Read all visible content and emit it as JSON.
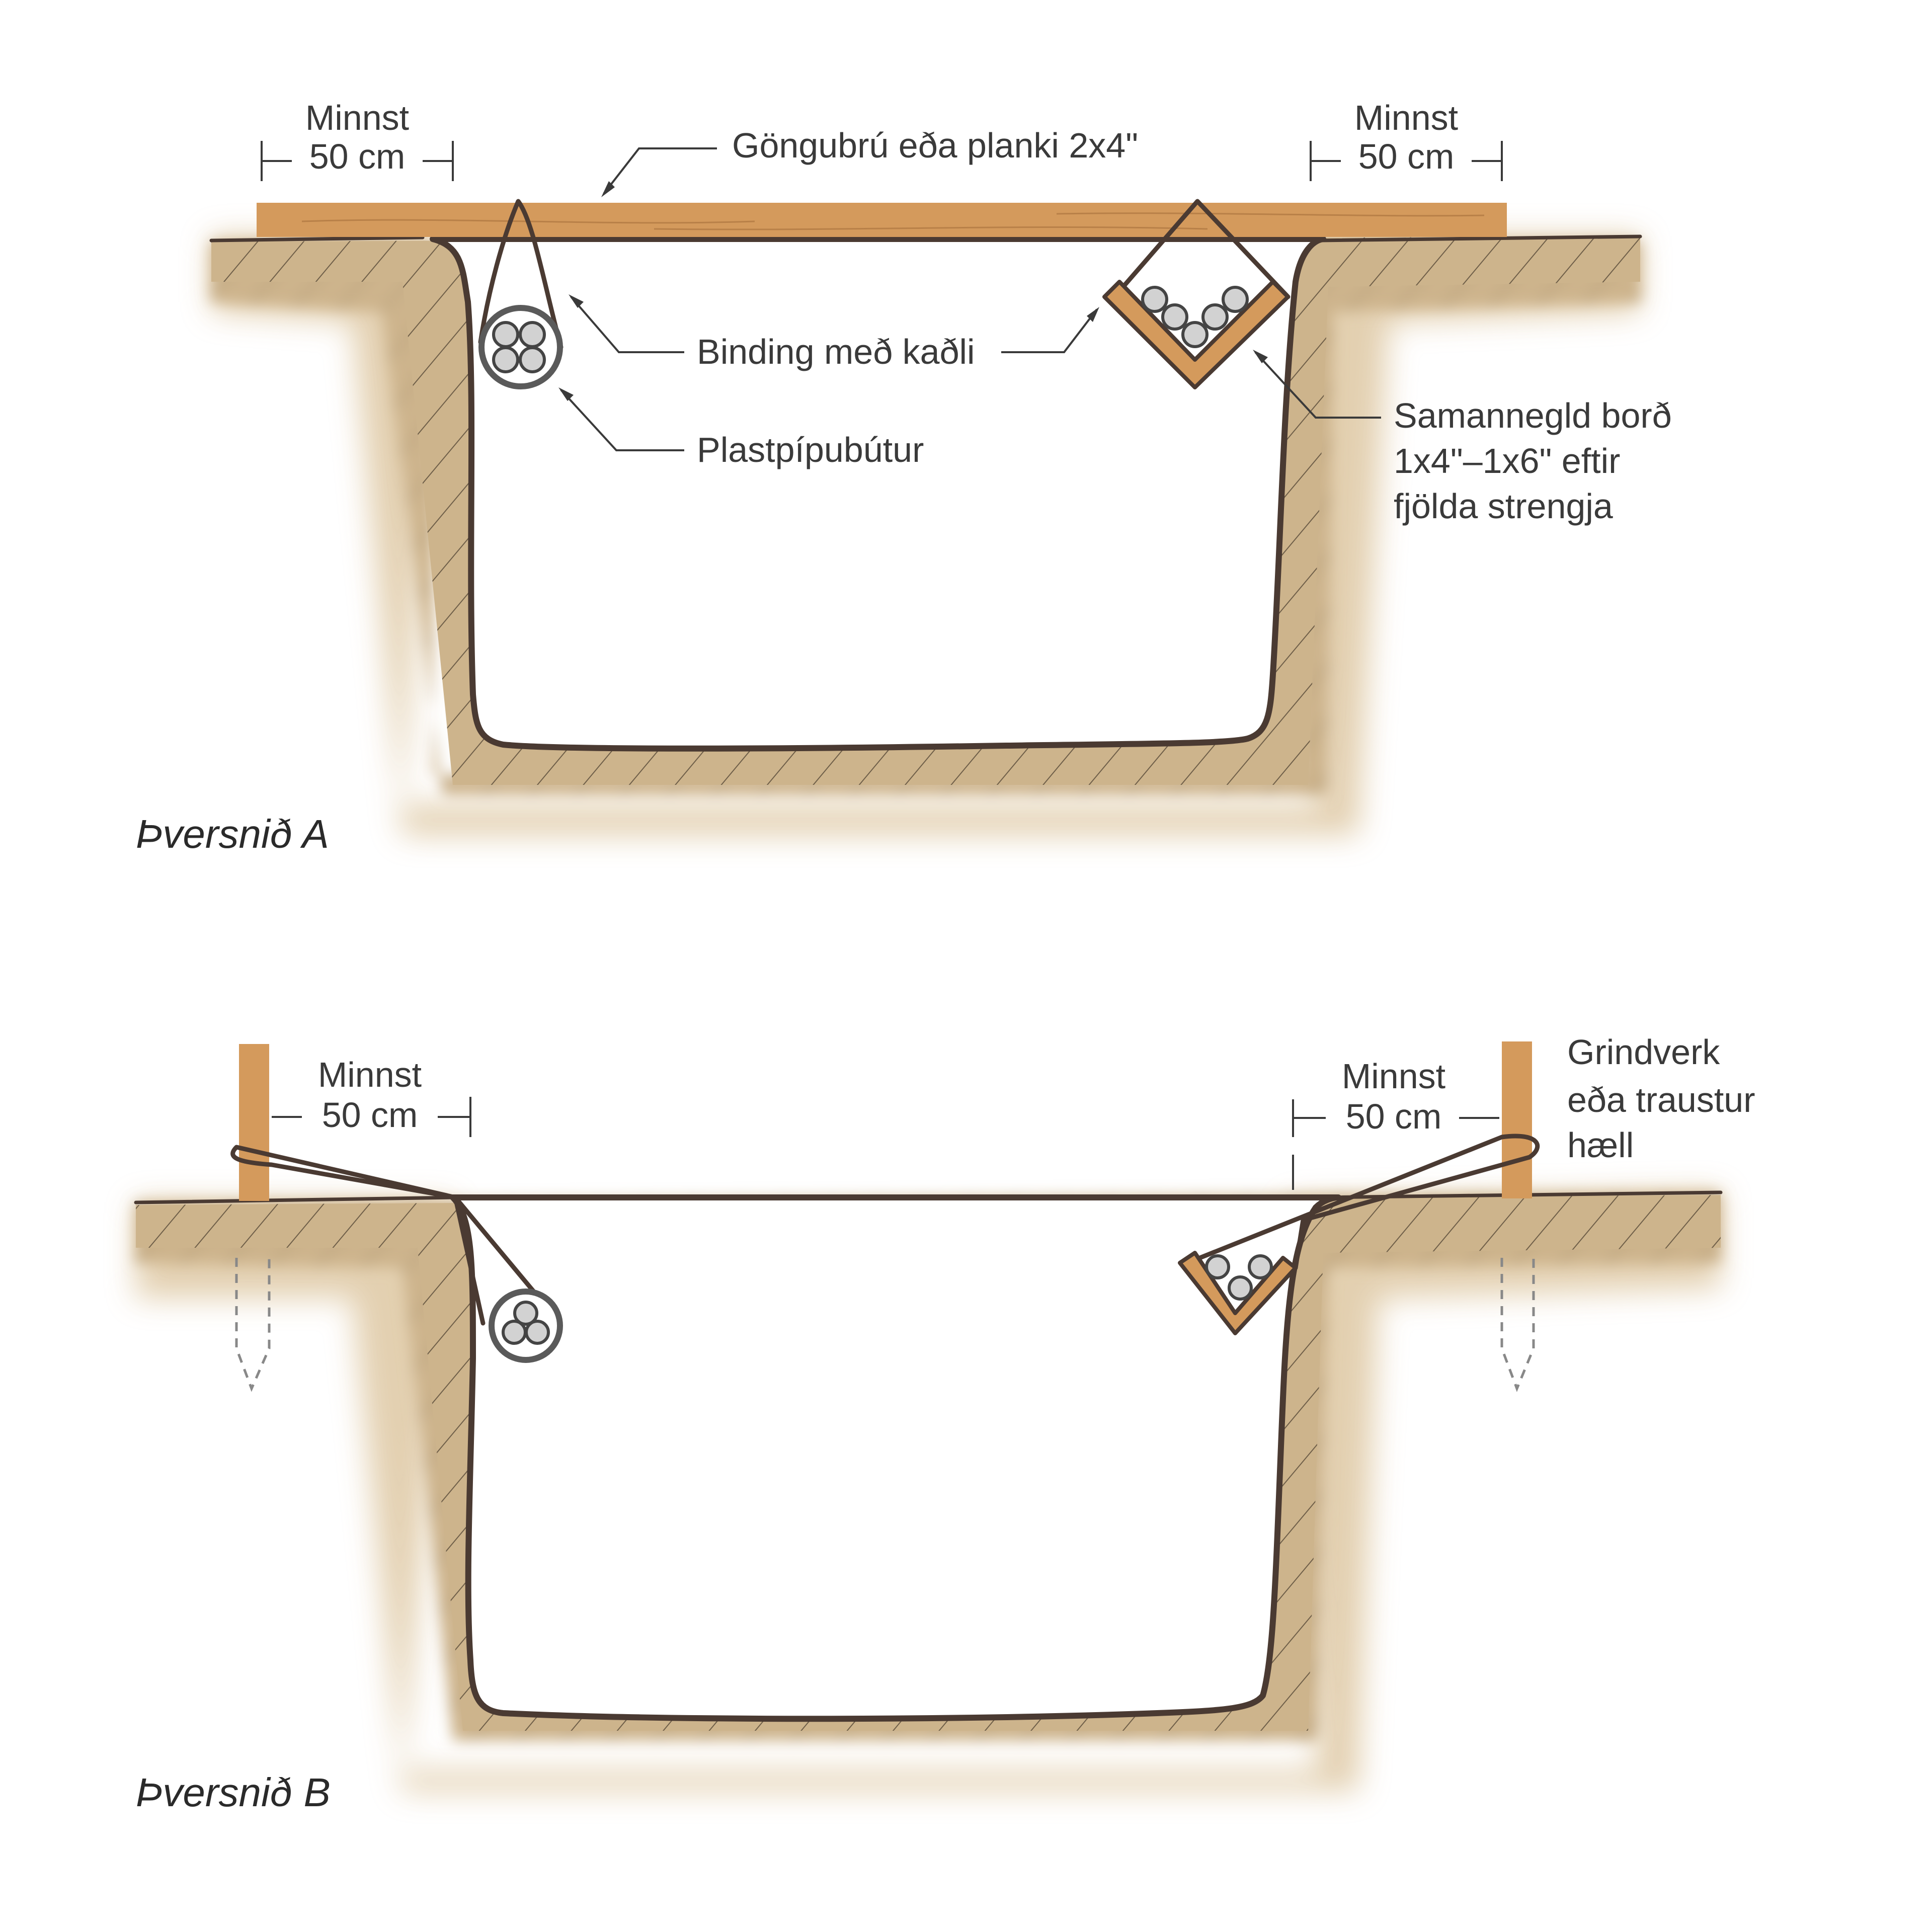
{
  "colors": {
    "soil": "#cdb48c",
    "wood": "#d49a5c",
    "outline": "#4a3a32",
    "text": "#3a3a3a"
  },
  "section_a": {
    "title": "Þversnið A",
    "left_dimension": {
      "line1": "Minnst",
      "line2": "50 cm"
    },
    "right_dimension": {
      "line1": "Minnst",
      "line2": "50 cm"
    },
    "plank_label": "Göngubrú eða planki 2x4\"",
    "rope_label": "Binding með kaðli",
    "pipe_label": "Plastpípubútur",
    "boards_label": {
      "line1": "Samannegld borð",
      "line2": "1x4\"–1x6\" eftir",
      "line3": "fjölda strengja"
    }
  },
  "section_b": {
    "title": "Þversnið B",
    "left_dimension": {
      "line1": "Minnst",
      "line2": "50 cm"
    },
    "right_dimension": {
      "line1": "Minnst",
      "line2": "50 cm"
    },
    "post_label": {
      "line1": "Grindverk",
      "line2": "eða traustur",
      "line3": "hæll"
    }
  }
}
